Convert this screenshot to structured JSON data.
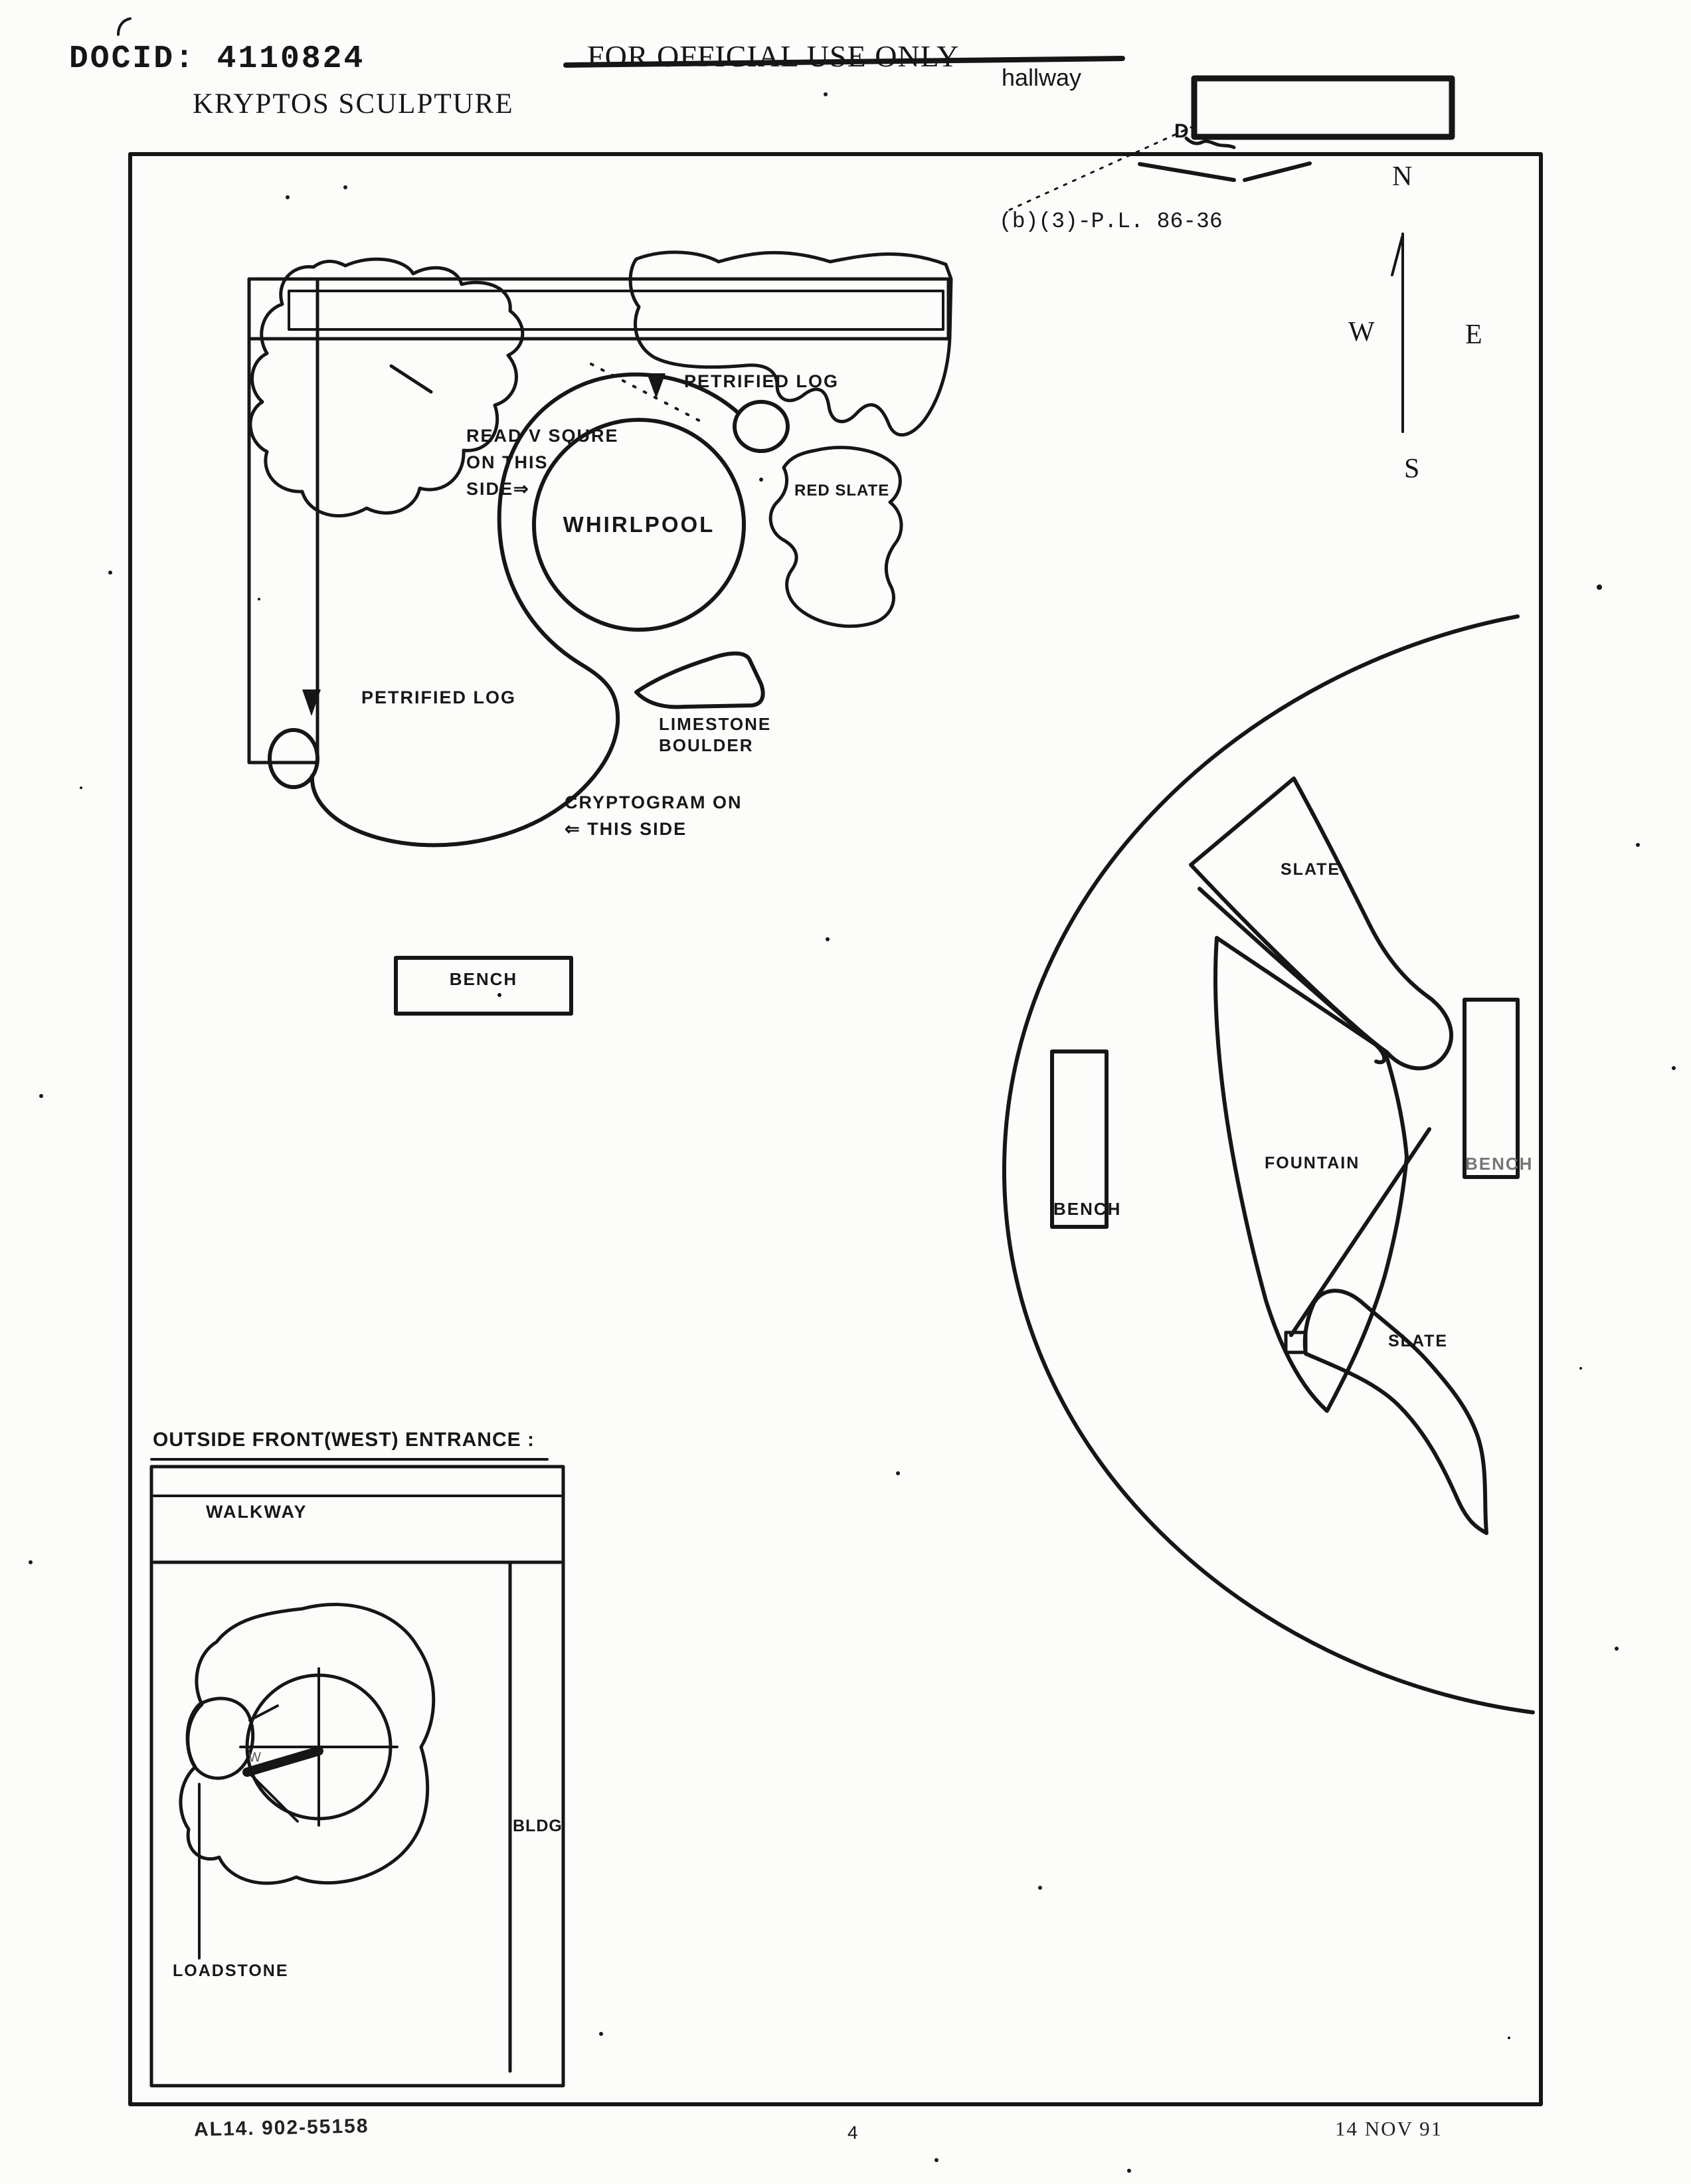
{
  "header": {
    "docid": "DOCID: 4110824",
    "classification": "FOR OFFICIAL USE ONLY",
    "title": "KRYPTOS SCULPTURE",
    "hallway_label": "hallway",
    "redaction_caption": "D",
    "fouo_note": "(b)(3)-P.L. 86-36"
  },
  "compass": {
    "north": "N",
    "south": "S",
    "east": "E",
    "west": "W"
  },
  "plan": {
    "read_square_line1": "READ V SQURE",
    "read_square_line2": "ON THIS",
    "read_square_line3": "SIDE⇒",
    "petrified_log_top": "PETRIFIED LOG",
    "petrified_log_left": "PETRIFIED LOG",
    "whirlpool": "WHIRLPOOL",
    "red_slate": "RED SLATE",
    "limestone_line1": "LIMESTONE",
    "limestone_line2": "BOULDER",
    "cryptogram_line1": "CRYPTOGRAM ON",
    "cryptogram_line2": "⇐ THIS SIDE",
    "bench_west": "BENCH",
    "slate_upper": "SLATE",
    "slate_lower": "SLATE",
    "fountain": "FOUNTAIN",
    "bench_court_left": "BENCH",
    "bench_court_right": "BENCH"
  },
  "inset": {
    "heading": "OUTSIDE FRONT(WEST) ENTRANCE :",
    "walkway": "WALKWAY",
    "bldg": "BLDG",
    "loadstone": "LOADSTONE",
    "dial_w": "W"
  },
  "footer": {
    "ref": "AL14. 902-55158",
    "page": "4",
    "date": "14 NOV 91"
  },
  "icons": {
    "petrified_log_marker": "filled-triangle-down",
    "compass_arrow": "arrow-up-line"
  },
  "colors": {
    "ink": "#161616",
    "paper": "#fcfcfa",
    "faded_ink": "#767676"
  }
}
